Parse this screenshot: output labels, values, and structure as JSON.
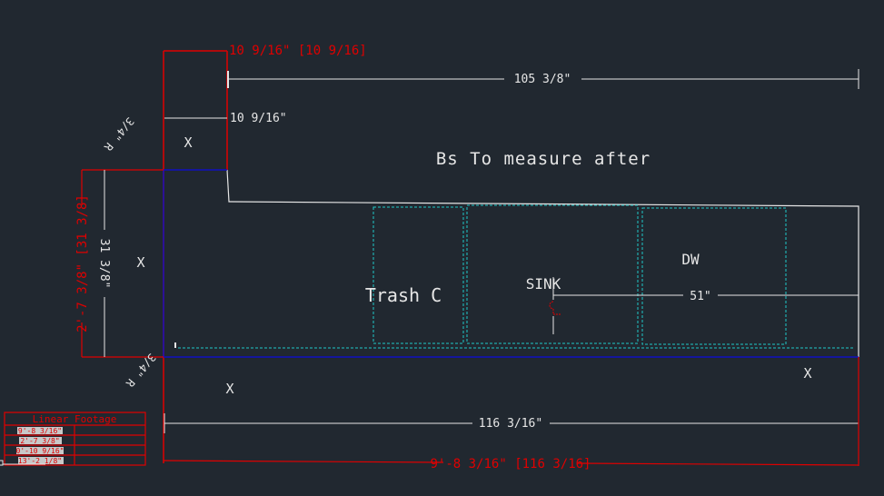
{
  "colors": {
    "background": "#212830",
    "dimension": "#e6e6e6",
    "red": "#e00000",
    "blue": "#1010c0",
    "cyan": "#20c8c8"
  },
  "dimensions": {
    "top_red": "10 9/16\" [10 9/16]",
    "top_overall": "105 3/8\"",
    "top_return": "10 9/16\"",
    "left_red": "2'-7 3/8\" [31 3/8]",
    "left_white": "31 3/8\"",
    "sink_center": "51\"",
    "bottom_overall": "116 3/16\"",
    "bottom_red": "9'-8 3/16\" [116 3/16]"
  },
  "radius_labels": [
    "3/4\" R",
    "3/4\" R"
  ],
  "notes": {
    "measure": "Bs To measure after"
  },
  "appliances": [
    {
      "label": "Trash C"
    },
    {
      "label": "SINK"
    },
    {
      "label": "DW"
    }
  ],
  "markers": [
    "X",
    "X",
    "X",
    "X"
  ],
  "linear_footage": {
    "title": "Linear Footage",
    "rows": [
      "9'-8 3/16\"",
      "2'-7 3/8\"",
      "0'-10 9/16\"",
      "13'-2 1/8\""
    ]
  }
}
